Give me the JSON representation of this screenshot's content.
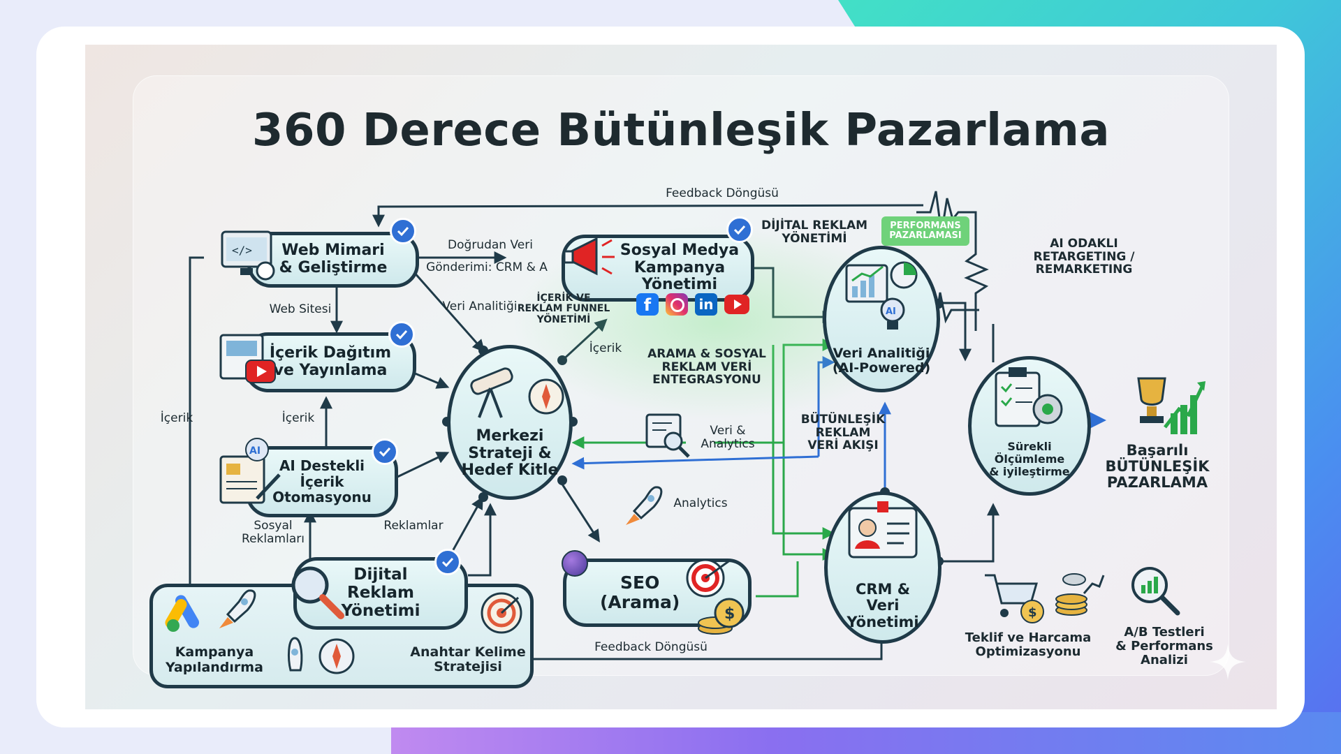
{
  "title": "360 Derece Bütünleşik Pazarlama",
  "nodes": {
    "web": "Web Mimari\n& Geliştirme",
    "icerik_dagitim": "İçerik Dağıtım\nve Yayınlama",
    "ai_icerik": "AI Destekli\nİçerik\nOtomasyonu",
    "dijital_reklam": "Dijital\nReklam\nYönetimi",
    "kampanya": "Kampanya\nYapılandırma",
    "anahtar": "Anahtar Kelime\nStratejisi",
    "merkezi": "Merkezi\nStrateji &\nHedef Kitle",
    "sosyal": "Sosyal Medya\nKampanya\nYönetimi",
    "seo": "SEO\n(Arama)",
    "veri_analitigi": "Veri Analitiği\n(AI-Powered)",
    "crm": "CRM &\nVeri\nYönetimi",
    "surekli": "Sürekli Ölçümleme\n& iyileştirme",
    "basarili": "Başarılı\nBÜTÜNLEŞİK\nPAZARLAMA",
    "teklif": "Teklif ve Harcama\nOptimizasyonu",
    "ab": "A/B Testleri\n& Performans\nAnalizi"
  },
  "labels": {
    "feedback_top": "Feedback Döngüsü",
    "feedback_bottom": "Feedback Döngüsü",
    "dogrudan_veri": "Doğrudan Veri",
    "gonderimi": "Gönderimi: CRM & A",
    "web_sitesi": "Web Sitesi",
    "veri_analitigi_lbl": "Veri Analitiği",
    "icerik_funnel": "İÇERİK VE\nREKLAM FUNNEL\nYÖNETİMİ",
    "icerik_r": "İçerik",
    "icerik_l": "İçerik",
    "icerik_m": "İçerik",
    "arama_sosyal": "ARAMA & SOSYAL\nREKLAM VERİ\nENTEGRASYONU",
    "veri_analytics": "Veri &\nAnalytics",
    "dijital_reklam_yonetimi": "DİJİTAL REKLAM\nYÖNETİMİ",
    "performans": "PERFORMANS\nPAZARLAMASI",
    "ai_retargeting": "AI ODAKLI\nRETARGETING /\nREMARKETING",
    "butunlesik_akis": "BÜTÜNLEŞİK\nREKLAM\nVERİ AKIŞI",
    "analytics": "Analytics",
    "reklamlar": "Reklamlar",
    "sosyal_reklamlari": "Sosyal\nReklamları"
  },
  "colors": {
    "stroke": "#1f3a48",
    "green": "#2aa84a",
    "blue": "#2f6fd4",
    "facebook": "#1877f2",
    "instagram": "#d6249f",
    "linkedin": "#0a66c2",
    "youtube": "#e02424"
  },
  "icons": [
    "check-badge-icon",
    "megaphone-icon",
    "telescope-icon",
    "compass-icon",
    "rocket-icon",
    "target-icon",
    "coin-stack-icon",
    "analytics-chart-icon",
    "clipboard-gear-icon",
    "trophy-icon",
    "cart-icon",
    "magnifier-icon",
    "id-card-icon",
    "monitor-code-icon",
    "video-icon",
    "ai-document-icon",
    "google-ads-icon",
    "facebook-icon",
    "instagram-icon",
    "linkedin-icon",
    "youtube-icon",
    "sparkle-icon"
  ]
}
